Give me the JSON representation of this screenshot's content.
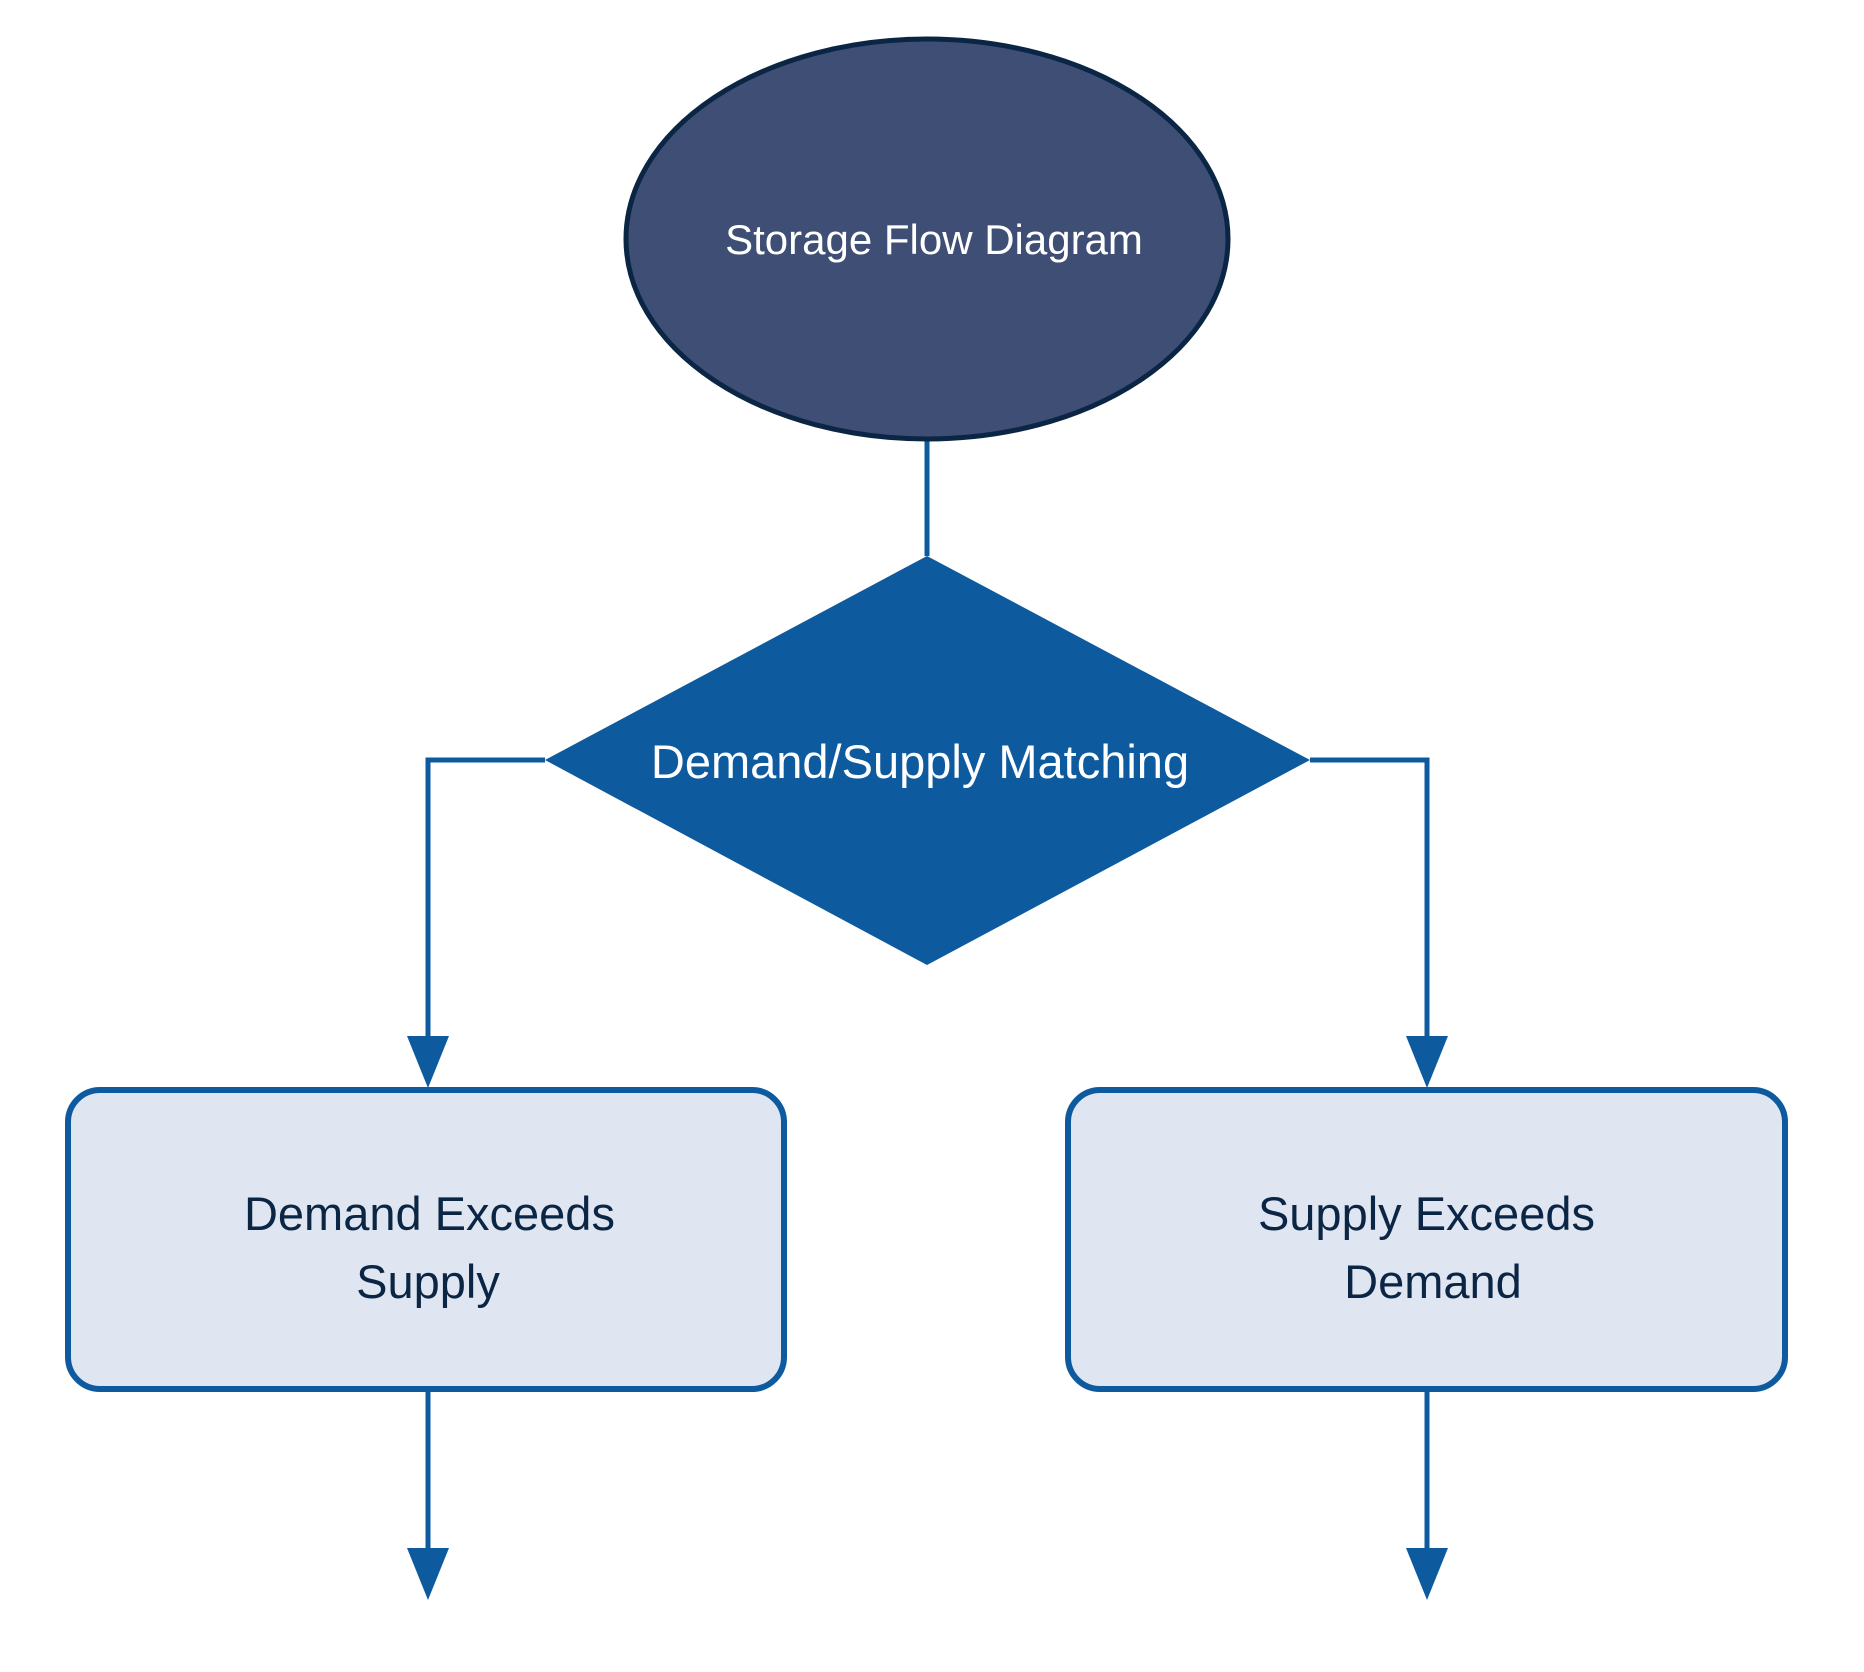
{
  "diagram": {
    "title": "Storage Flow Diagram",
    "nodes": {
      "start": {
        "label": "Storage Flow Diagram",
        "shape": "ellipse"
      },
      "decision": {
        "label": "Demand/Supply Matching",
        "shape": "diamond"
      },
      "left": {
        "lines": [
          "Demand Exceeds",
          "Supply"
        ],
        "shape": "rounded-rectangle"
      },
      "right": {
        "lines": [
          "Supply Exceeds",
          "Demand"
        ],
        "shape": "rounded-rectangle"
      }
    },
    "edges": [
      {
        "from": "Storage Flow Diagram",
        "to": "Demand/Supply Matching"
      },
      {
        "from": "Demand/Supply Matching",
        "to": "Demand Exceeds Supply"
      },
      {
        "from": "Demand/Supply Matching",
        "to": "Supply Exceeds Demand"
      },
      {
        "from": "Demand Exceeds Supply",
        "to": ""
      },
      {
        "from": "Supply Exceeds Demand",
        "to": ""
      }
    ],
    "colors": {
      "start_fill": "#3F4E75",
      "start_stroke": "#0B2545",
      "decision_fill": "#0E5A9F",
      "box_fill": "#DFE6F1",
      "box_stroke": "#0E5A9F",
      "edge": "#0E5A9F",
      "box_text": "#0B2545",
      "light_text": "#FFFFFF"
    }
  }
}
